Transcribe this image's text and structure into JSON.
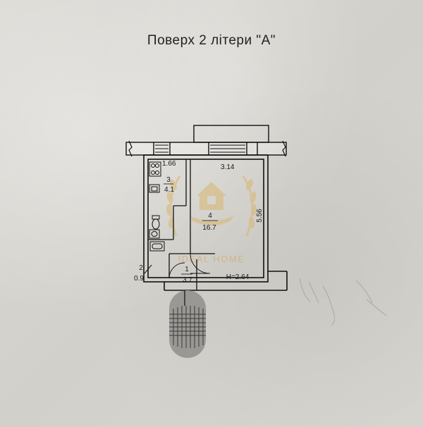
{
  "title": "Поверх 2 літери \"А\"",
  "rooms": [
    {
      "number": "1",
      "area": "3.7"
    },
    {
      "number": "2",
      "area": "0.9"
    },
    {
      "number": "3",
      "area": "4.1"
    },
    {
      "number": "4",
      "area": "16.7"
    }
  ],
  "dimensions": {
    "width_small": "1.66",
    "width_large": "3.14",
    "length": "5.56"
  },
  "ceiling_height": "H=2.64",
  "watermark": "IDEAL HOME",
  "colors": {
    "paper": "#d6d4cf",
    "ink": "#1a1a1a",
    "watermark": "#d8b877"
  }
}
